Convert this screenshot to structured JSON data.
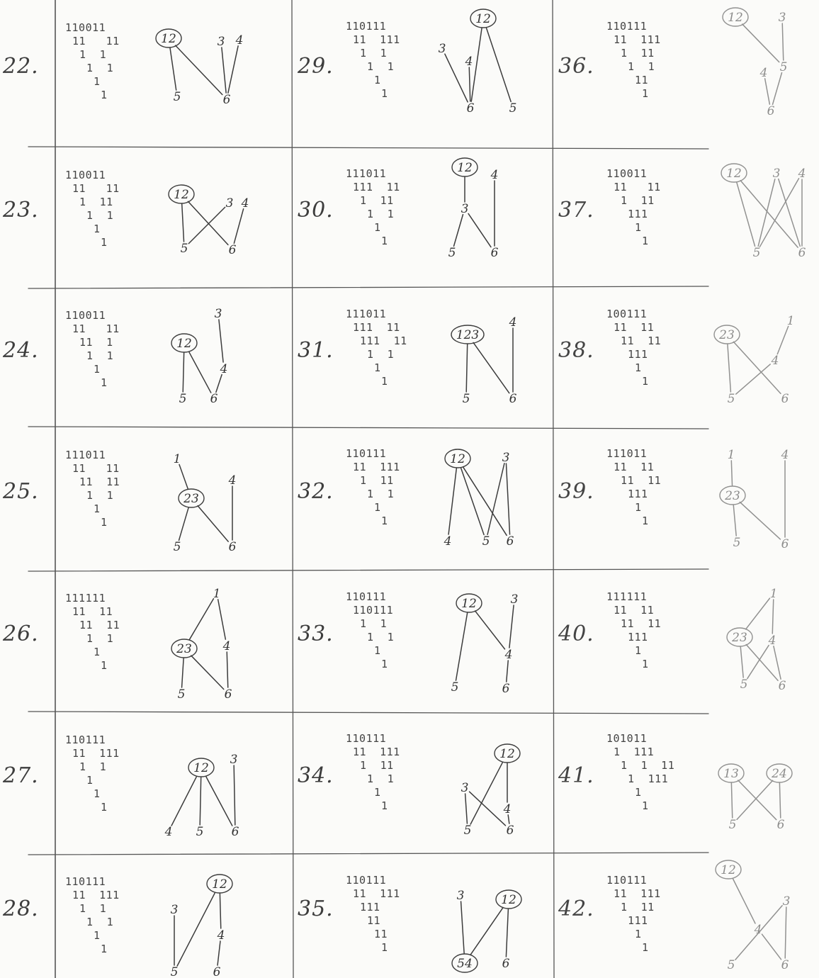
{
  "entries": [
    {
      "id": "22",
      "label": "22.",
      "rows": [
        "110011",
        "11   11",
        "1  1",
        "1  1",
        "1",
        "1"
      ],
      "nodes": [
        {
          "id": "n12",
          "t": "12",
          "c": true
        },
        {
          "id": "n3",
          "t": "3"
        },
        {
          "id": "n4",
          "t": "4"
        },
        {
          "id": "n5",
          "t": "5"
        },
        {
          "id": "n6",
          "t": "6"
        }
      ],
      "edges": [
        [
          "n12",
          "n5"
        ],
        [
          "n12",
          "n6"
        ],
        [
          "n3",
          "n6"
        ],
        [
          "n4",
          "n6"
        ]
      ]
    },
    {
      "id": "29",
      "label": "29.",
      "rows": [
        "110111",
        "11  111",
        "1  1",
        "1  1",
        "1",
        "1"
      ],
      "nodes": [
        {
          "id": "n12",
          "t": "12",
          "c": true
        },
        {
          "id": "n3",
          "t": "3"
        },
        {
          "id": "n4",
          "t": "4"
        },
        {
          "id": "n6",
          "t": "6"
        },
        {
          "id": "n5",
          "t": "5"
        }
      ],
      "edges": [
        [
          "n12",
          "n6"
        ],
        [
          "n12",
          "n5"
        ],
        [
          "n3",
          "n6"
        ],
        [
          "n4",
          "n6"
        ]
      ]
    },
    {
      "id": "36",
      "label": "36.",
      "rows": [
        "110111",
        "11  111",
        "1  11",
        "1  1",
        "11",
        "1"
      ],
      "nodes": [
        {
          "id": "n12",
          "t": "12",
          "c": true
        },
        {
          "id": "n3",
          "t": "3"
        },
        {
          "id": "n4",
          "t": "4"
        },
        {
          "id": "n5",
          "t": "5"
        },
        {
          "id": "n6",
          "t": "6"
        }
      ],
      "edges": [
        [
          "n12",
          "n5"
        ],
        [
          "n3",
          "n5"
        ],
        [
          "n4",
          "n6"
        ],
        [
          "n5",
          "n6"
        ]
      ]
    },
    {
      "id": "23",
      "label": "23.",
      "rows": [
        "110011",
        "11   11",
        "1  11",
        "1  1",
        "1",
        "1"
      ],
      "nodes": [
        {
          "id": "n12",
          "t": "12",
          "c": true
        },
        {
          "id": "n3",
          "t": "3"
        },
        {
          "id": "n4",
          "t": "4"
        },
        {
          "id": "n5",
          "t": "5"
        },
        {
          "id": "n6",
          "t": "6"
        }
      ],
      "edges": [
        [
          "n12",
          "n5"
        ],
        [
          "n12",
          "n6"
        ],
        [
          "n3",
          "n5"
        ],
        [
          "n4",
          "n6"
        ]
      ]
    },
    {
      "id": "30",
      "label": "30.",
      "rows": [
        "111011",
        "111  11",
        "1  11",
        "1  1",
        "1",
        "1"
      ],
      "nodes": [
        {
          "id": "n12",
          "t": "12",
          "c": true
        },
        {
          "id": "n4",
          "t": "4"
        },
        {
          "id": "n3",
          "t": "3"
        },
        {
          "id": "n5",
          "t": "5"
        },
        {
          "id": "n6",
          "t": "6"
        }
      ],
      "edges": [
        [
          "n12",
          "n3"
        ],
        [
          "n3",
          "n5"
        ],
        [
          "n3",
          "n6"
        ],
        [
          "n4",
          "n6"
        ]
      ]
    },
    {
      "id": "37",
      "label": "37.",
      "rows": [
        "110011",
        "11   11",
        "1  11",
        "111",
        "1",
        "1"
      ],
      "nodes": [
        {
          "id": "n12",
          "t": "12",
          "c": true
        },
        {
          "id": "n3",
          "t": "3"
        },
        {
          "id": "n4",
          "t": "4"
        },
        {
          "id": "n5",
          "t": "5"
        },
        {
          "id": "n6",
          "t": "6"
        }
      ],
      "edges": [
        [
          "n12",
          "n5"
        ],
        [
          "n12",
          "n6"
        ],
        [
          "n3",
          "n5"
        ],
        [
          "n3",
          "n6"
        ],
        [
          "n4",
          "n5"
        ],
        [
          "n4",
          "n6"
        ]
      ]
    },
    {
      "id": "24",
      "label": "24.",
      "rows": [
        "110011",
        "11   11",
        "11  1",
        "1  1",
        "1",
        "1"
      ],
      "nodes": [
        {
          "id": "n3",
          "t": "3"
        },
        {
          "id": "n12",
          "t": "12",
          "c": true
        },
        {
          "id": "n4",
          "t": "4"
        },
        {
          "id": "n5",
          "t": "5"
        },
        {
          "id": "n6",
          "t": "6"
        }
      ],
      "edges": [
        [
          "n3",
          "n4"
        ],
        [
          "n4",
          "n6"
        ],
        [
          "n12",
          "n5"
        ],
        [
          "n12",
          "n6"
        ]
      ]
    },
    {
      "id": "31",
      "label": "31.",
      "rows": [
        "111011",
        "111  11",
        "111  11",
        "1  1",
        "1",
        "1"
      ],
      "nodes": [
        {
          "id": "n123",
          "t": "123",
          "c": true
        },
        {
          "id": "n4",
          "t": "4"
        },
        {
          "id": "n5",
          "t": "5"
        },
        {
          "id": "n6",
          "t": "6"
        }
      ],
      "edges": [
        [
          "n123",
          "n5"
        ],
        [
          "n123",
          "n6"
        ],
        [
          "n4",
          "n6"
        ]
      ]
    },
    {
      "id": "38",
      "label": "38.",
      "rows": [
        "100111",
        "11  11",
        "11  11",
        "111",
        "1",
        "1"
      ],
      "nodes": [
        {
          "id": "n23",
          "t": "23",
          "c": true
        },
        {
          "id": "n1",
          "t": "1"
        },
        {
          "id": "n4",
          "t": "4"
        },
        {
          "id": "n5",
          "t": "5"
        },
        {
          "id": "n6",
          "t": "6"
        }
      ],
      "edges": [
        [
          "n23",
          "n5"
        ],
        [
          "n23",
          "n6"
        ],
        [
          "n1",
          "n4"
        ],
        [
          "n4",
          "n5"
        ]
      ]
    },
    {
      "id": "25",
      "label": "25.",
      "rows": [
        "111011",
        "11   11",
        "11  11",
        "1  1",
        "1",
        "1"
      ],
      "nodes": [
        {
          "id": "n1",
          "t": "1"
        },
        {
          "id": "n4",
          "t": "4"
        },
        {
          "id": "n23",
          "t": "23",
          "c": true
        },
        {
          "id": "n5",
          "t": "5"
        },
        {
          "id": "n6",
          "t": "6"
        }
      ],
      "edges": [
        [
          "n1",
          "n23"
        ],
        [
          "n23",
          "n5"
        ],
        [
          "n23",
          "n6"
        ],
        [
          "n4",
          "n6"
        ]
      ]
    },
    {
      "id": "32",
      "label": "32.",
      "rows": [
        "110111",
        "11  111",
        "1  11",
        "1  1",
        "1",
        "1"
      ],
      "nodes": [
        {
          "id": "n12",
          "t": "12",
          "c": true
        },
        {
          "id": "n3",
          "t": "3"
        },
        {
          "id": "n4",
          "t": "4"
        },
        {
          "id": "n5",
          "t": "5"
        },
        {
          "id": "n6",
          "t": "6"
        }
      ],
      "edges": [
        [
          "n12",
          "n4"
        ],
        [
          "n12",
          "n5"
        ],
        [
          "n12",
          "n6"
        ],
        [
          "n3",
          "n5"
        ],
        [
          "n3",
          "n6"
        ]
      ]
    },
    {
      "id": "39",
      "label": "39.",
      "rows": [
        "111011",
        "11  11",
        "11  11",
        "111",
        "1",
        "1"
      ],
      "nodes": [
        {
          "id": "n1",
          "t": "1"
        },
        {
          "id": "n4",
          "t": "4"
        },
        {
          "id": "n23",
          "t": "23",
          "c": true
        },
        {
          "id": "n5",
          "t": "5"
        },
        {
          "id": "n6",
          "t": "6"
        }
      ],
      "edges": [
        [
          "n1",
          "n23"
        ],
        [
          "n23",
          "n5"
        ],
        [
          "n23",
          "n6"
        ],
        [
          "n4",
          "n6"
        ]
      ]
    },
    {
      "id": "26",
      "label": "26.",
      "rows": [
        "111111",
        "11  11",
        "11  11",
        "1  1",
        "1",
        "1"
      ],
      "nodes": [
        {
          "id": "n1",
          "t": "1"
        },
        {
          "id": "n23",
          "t": "23",
          "c": true
        },
        {
          "id": "n4",
          "t": "4"
        },
        {
          "id": "n5",
          "t": "5"
        },
        {
          "id": "n6",
          "t": "6"
        }
      ],
      "edges": [
        [
          "n1",
          "n23"
        ],
        [
          "n1",
          "n4"
        ],
        [
          "n23",
          "n5"
        ],
        [
          "n23",
          "n6"
        ],
        [
          "n4",
          "n6"
        ]
      ]
    },
    {
      "id": "33",
      "label": "33.",
      "rows": [
        "110111",
        "110111",
        "1  1",
        "1  1",
        "1",
        "1"
      ],
      "nodes": [
        {
          "id": "n12",
          "t": "12",
          "c": true
        },
        {
          "id": "n3",
          "t": "3"
        },
        {
          "id": "n4",
          "t": "4"
        },
        {
          "id": "n5",
          "t": "5"
        },
        {
          "id": "n6",
          "t": "6"
        }
      ],
      "edges": [
        [
          "n12",
          "n5"
        ],
        [
          "n12",
          "n4"
        ],
        [
          "n3",
          "n4"
        ],
        [
          "n4",
          "n6"
        ]
      ]
    },
    {
      "id": "40",
      "label": "40.",
      "rows": [
        "111111",
        "11  11",
        "11  11",
        "111",
        "1",
        "1"
      ],
      "nodes": [
        {
          "id": "n1",
          "t": "1"
        },
        {
          "id": "n23",
          "t": "23",
          "c": true
        },
        {
          "id": "n4",
          "t": "4"
        },
        {
          "id": "n5",
          "t": "5"
        },
        {
          "id": "n6",
          "t": "6"
        }
      ],
      "edges": [
        [
          "n1",
          "n23"
        ],
        [
          "n1",
          "n4"
        ],
        [
          "n23",
          "n5"
        ],
        [
          "n23",
          "n6"
        ],
        [
          "n4",
          "n5"
        ],
        [
          "n4",
          "n6"
        ]
      ]
    },
    {
      "id": "27",
      "label": "27.",
      "rows": [
        "110111",
        "11  111",
        "1  1",
        "1",
        "1",
        "1"
      ],
      "nodes": [
        {
          "id": "n12",
          "t": "12",
          "c": true
        },
        {
          "id": "n3",
          "t": "3"
        },
        {
          "id": "n4",
          "t": "4"
        },
        {
          "id": "n5",
          "t": "5"
        },
        {
          "id": "n6",
          "t": "6"
        }
      ],
      "edges": [
        [
          "n12",
          "n4"
        ],
        [
          "n12",
          "n5"
        ],
        [
          "n12",
          "n6"
        ],
        [
          "n3",
          "n6"
        ]
      ]
    },
    {
      "id": "34",
      "label": "34.",
      "rows": [
        "110111",
        "11  111",
        "1  11",
        "1  1",
        "1",
        "1"
      ],
      "nodes": [
        {
          "id": "n12",
          "t": "12",
          "c": true
        },
        {
          "id": "n3",
          "t": "3"
        },
        {
          "id": "n4",
          "t": "4"
        },
        {
          "id": "n5",
          "t": "5"
        },
        {
          "id": "n6",
          "t": "6"
        }
      ],
      "edges": [
        [
          "n12",
          "n4"
        ],
        [
          "n4",
          "n6"
        ],
        [
          "n3",
          "n5"
        ],
        [
          "n3",
          "n6"
        ],
        [
          "n12",
          "n5"
        ]
      ]
    },
    {
      "id": "41",
      "label": "41.",
      "rows": [
        "101011",
        "1  111",
        "1  1  11",
        "1  111",
        "1",
        "1"
      ],
      "nodes": [
        {
          "id": "n13",
          "t": "13",
          "c": true
        },
        {
          "id": "n24",
          "t": "24",
          "c": true
        },
        {
          "id": "n5",
          "t": "5"
        },
        {
          "id": "n6",
          "t": "6"
        }
      ],
      "edges": [
        [
          "n13",
          "n5"
        ],
        [
          "n13",
          "n6"
        ],
        [
          "n24",
          "n5"
        ],
        [
          "n24",
          "n6"
        ]
      ]
    },
    {
      "id": "28",
      "label": "28.",
      "rows": [
        "110111",
        "11  111",
        "1  1",
        "1  1",
        "1",
        "1"
      ],
      "nodes": [
        {
          "id": "n12",
          "t": "12",
          "c": true
        },
        {
          "id": "n3",
          "t": "3"
        },
        {
          "id": "n4",
          "t": "4"
        },
        {
          "id": "n5",
          "t": "5"
        },
        {
          "id": "n6",
          "t": "6"
        }
      ],
      "edges": [
        [
          "n12",
          "n5"
        ],
        [
          "n12",
          "n4"
        ],
        [
          "n3",
          "n5"
        ],
        [
          "n4",
          "n6"
        ]
      ]
    },
    {
      "id": "35",
      "label": "35.",
      "rows": [
        "110111",
        "11  111",
        "111",
        "11",
        "11",
        "1"
      ],
      "nodes": [
        {
          "id": "n3",
          "t": "3"
        },
        {
          "id": "n12",
          "t": "12",
          "c": true
        },
        {
          "id": "n54",
          "t": "54",
          "c": true
        },
        {
          "id": "n6",
          "t": "6"
        }
      ],
      "edges": [
        [
          "n3",
          "n54"
        ],
        [
          "n12",
          "n54"
        ],
        [
          "n12",
          "n6"
        ]
      ]
    },
    {
      "id": "42",
      "label": "42.",
      "rows": [
        "110111",
        "11  111",
        "1  11",
        "111",
        "1",
        "1"
      ],
      "nodes": [
        {
          "id": "n12",
          "t": "12",
          "c": true
        },
        {
          "id": "n3",
          "t": "3"
        },
        {
          "id": "n4",
          "t": "4"
        },
        {
          "id": "n5",
          "t": "5"
        },
        {
          "id": "n6",
          "t": "6"
        }
      ],
      "edges": [
        [
          "n12",
          "n4"
        ],
        [
          "n4",
          "n6"
        ],
        [
          "n3",
          "n5"
        ],
        [
          "n3",
          "n6"
        ]
      ]
    }
  ]
}
